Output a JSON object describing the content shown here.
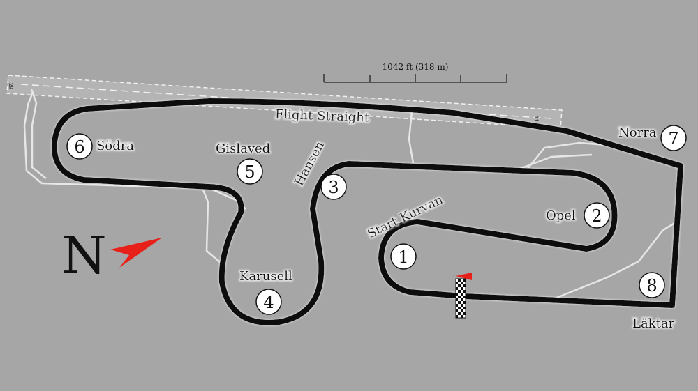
{
  "scale": {
    "label": "1042 ft (318 m)"
  },
  "runway": {
    "end_label_left": "29",
    "end_label_right": "11"
  },
  "north": {
    "letter": "N",
    "arrow_color": "#e8201a"
  },
  "start_flag_color": "#e8201a",
  "corners": [
    {
      "number": "1",
      "name": "Start Kurvan"
    },
    {
      "number": "2",
      "name": "Opel"
    },
    {
      "number": "3",
      "name": "Hansen"
    },
    {
      "number": "4",
      "name": "Karusell"
    },
    {
      "number": "5",
      "name": "Gislaved"
    },
    {
      "number": "6",
      "name": "Södra"
    },
    {
      "number": "7",
      "name": "Norra"
    },
    {
      "number": "8",
      "name": "Läktar"
    }
  ],
  "straight": {
    "name": "Flight Straight"
  }
}
